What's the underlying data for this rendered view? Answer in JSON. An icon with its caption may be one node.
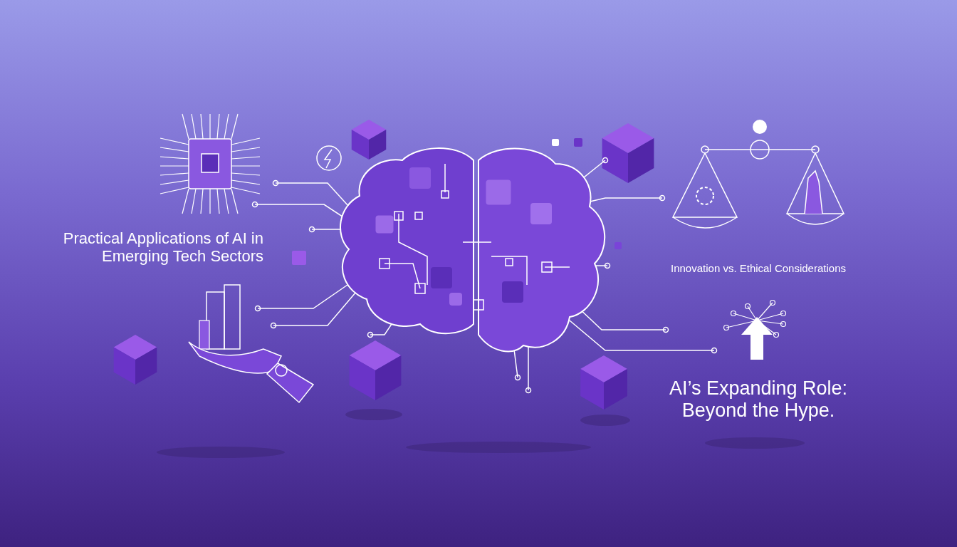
{
  "diagram": {
    "labels": [
      "Practical Applications of AI in Emerging Tech Sectors",
      "Innovation vs. Ethical Considerations",
      "AI’s Expanding Role: Beyond the Hype."
    ]
  }
}
